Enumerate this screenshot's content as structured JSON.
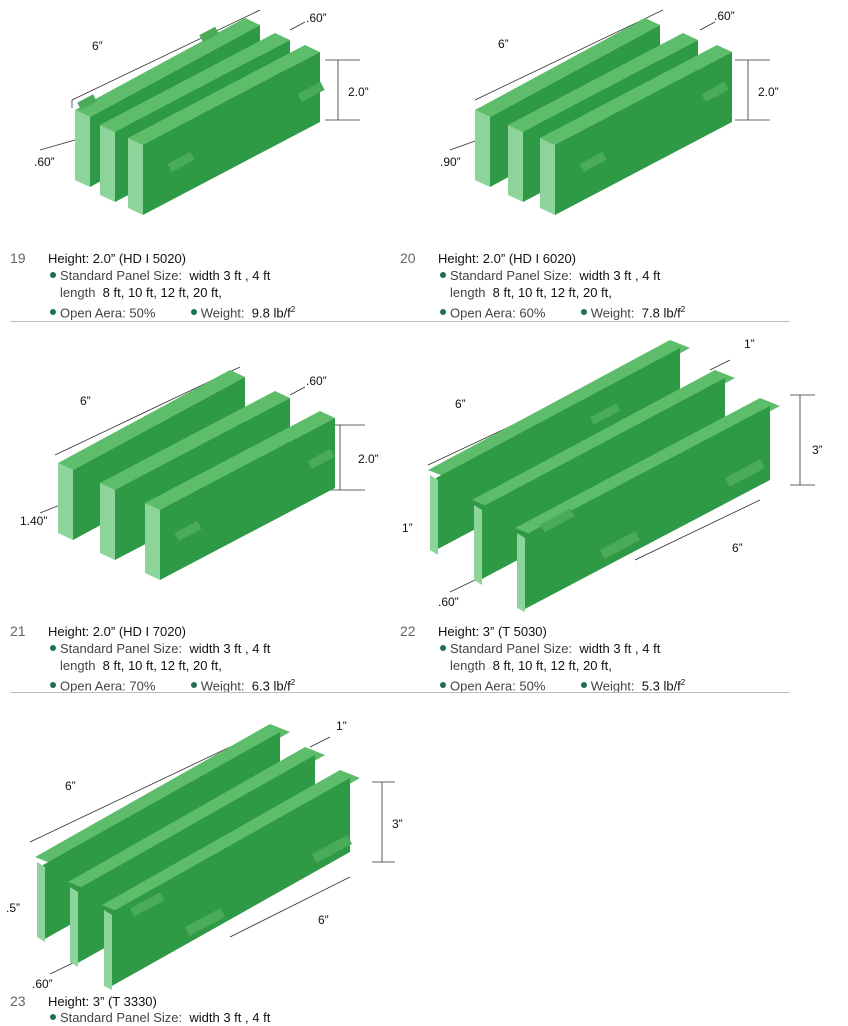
{
  "colors": {
    "bar_top": "#5ebd6b",
    "bar_side": "#2f9a45",
    "bar_end": "#8dd49a",
    "bullet": "#1f6e5a",
    "divider": "#bdbdbd"
  },
  "items": [
    {
      "number": "19",
      "height": "Height: 2.0” (HD I 5020)",
      "panel_label": "Standard Panel Size:",
      "width": "width 3 ft , 4 ft",
      "length_label": "length",
      "length_values": "8 ft, 10 ft, 12 ft, 20 ft,",
      "open_label": "Open Aera:",
      "open_value": "50%",
      "weight_label": "Weight:",
      "weight_value": "9.8 lb/f",
      "weight_exp": "2",
      "dims": {
        "length": "6”",
        "top": ".60”",
        "height": "2.0”",
        "spacing": ".60”"
      }
    },
    {
      "number": "20",
      "height": "Height: 2.0” (HD I 6020)",
      "panel_label": "Standard Panel Size:",
      "width": "width 3 ft , 4 ft",
      "length_label": "length",
      "length_values": "8 ft, 10 ft, 12 ft, 20 ft,",
      "open_label": "Open Aera:",
      "open_value": "60%",
      "weight_label": "Weight:",
      "weight_value": "7.8 lb/f",
      "weight_exp": "2",
      "dims": {
        "length": "6”",
        "top": ".60”",
        "height": "2.0”",
        "spacing": ".90”"
      }
    },
    {
      "number": "21",
      "height": "Height: 2.0” (HD I 7020)",
      "panel_label": "Standard Panel Size:",
      "width": "width 3 ft , 4 ft",
      "length_label": "length",
      "length_values": "8 ft, 10 ft, 12 ft, 20 ft,",
      "open_label": "Open Aera:",
      "open_value": "70%",
      "weight_label": "Weight:",
      "weight_value": "6.3 lb/f",
      "weight_exp": "2",
      "dims": {
        "length": "6”",
        "top": ".60”",
        "height": "2.0”",
        "spacing": "1.40”"
      }
    },
    {
      "number": "22",
      "height": "Height: 3” (T 5030)",
      "panel_label": "Standard Panel Size:",
      "width": "width 3 ft , 4 ft",
      "length_label": "length",
      "length_values": "8 ft, 10 ft, 12 ft, 20 ft,",
      "open_label": "Open Aera:",
      "open_value": "50%",
      "weight_label": "Weight:",
      "weight_value": "5.3 lb/f",
      "weight_exp": "2",
      "dims": {
        "length": "6”",
        "top": "1”",
        "height": "3”",
        "spacing": "1”",
        "bottom": ".60”",
        "cross": "6”"
      }
    },
    {
      "number": "23",
      "height": "Height: 3” (T 3330)",
      "panel_label": "Standard Panel Size:",
      "width": "width 3 ft , 4 ft",
      "dims": {
        "length": "6”",
        "top": "1”",
        "height": "3”",
        "spacing": ".5”",
        "bottom": ".60”",
        "cross": "6”"
      }
    }
  ]
}
